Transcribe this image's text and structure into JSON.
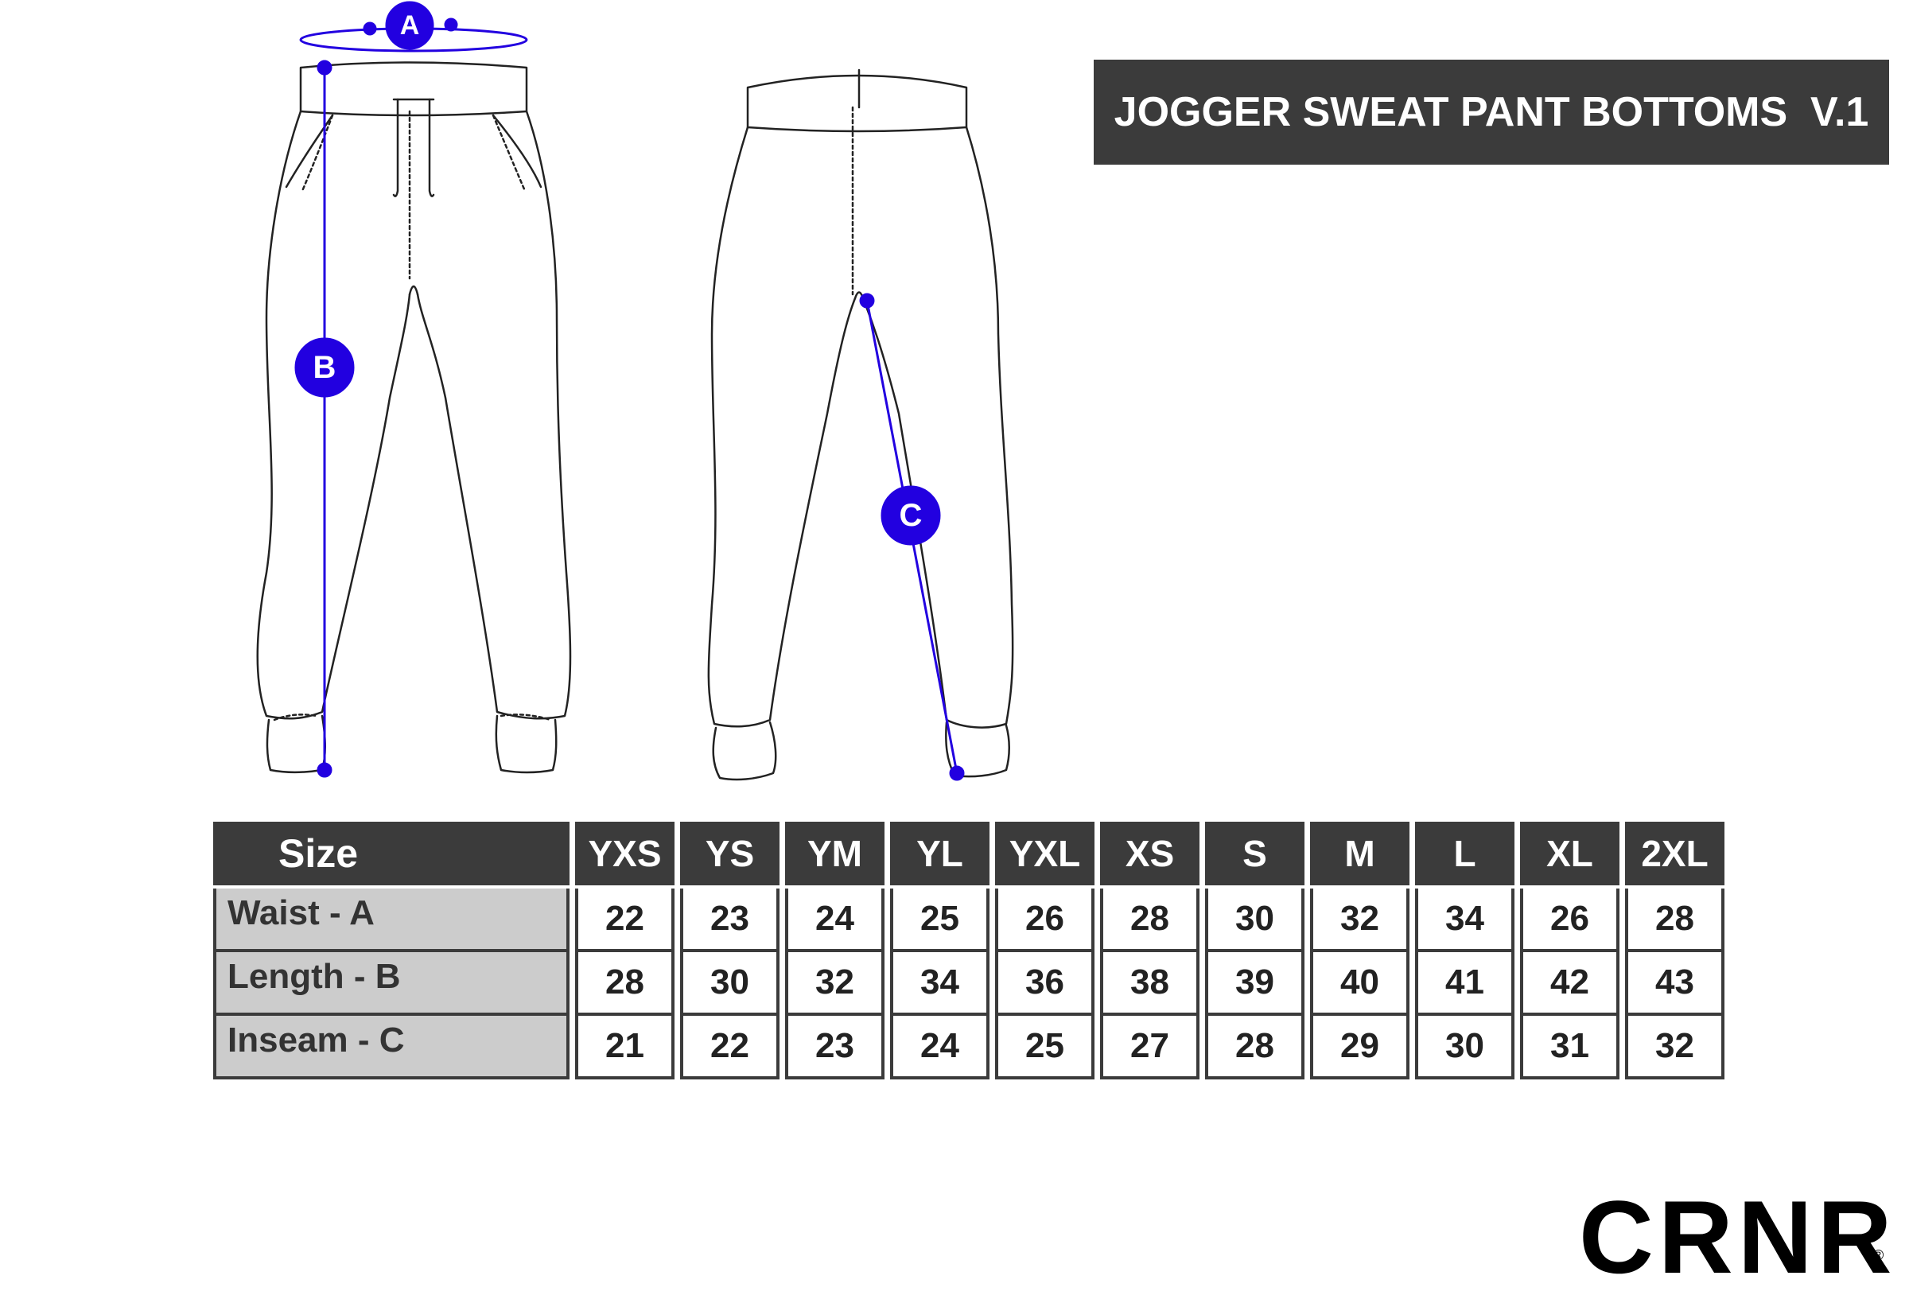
{
  "title": "JOGGER SWEAT PANT BOTTOMS  V.1",
  "markers": {
    "a": "A",
    "b": "B",
    "c": "C"
  },
  "colors": {
    "accent": "#2200e0",
    "header_bg": "#3b3b3b",
    "label_bg": "#cccccc"
  },
  "table": {
    "header_label": "Size",
    "sizes": [
      "YXS",
      "YS",
      "YM",
      "YL",
      "YXL",
      "XS",
      "S",
      "M",
      "L",
      "XL",
      "2XL"
    ],
    "rows": [
      {
        "label": "Waist - A",
        "values": [
          "22",
          "23",
          "24",
          "25",
          "26",
          "28",
          "30",
          "32",
          "34",
          "26",
          "28"
        ]
      },
      {
        "label": "Length - B",
        "values": [
          "28",
          "30",
          "32",
          "34",
          "36",
          "38",
          "39",
          "40",
          "41",
          "42",
          "43"
        ]
      },
      {
        "label": "Inseam - C",
        "values": [
          "21",
          "22",
          "23",
          "24",
          "25",
          "27",
          "28",
          "29",
          "30",
          "31",
          "32"
        ]
      }
    ]
  },
  "brand": {
    "logo": "CRNR",
    "registered": "®"
  }
}
